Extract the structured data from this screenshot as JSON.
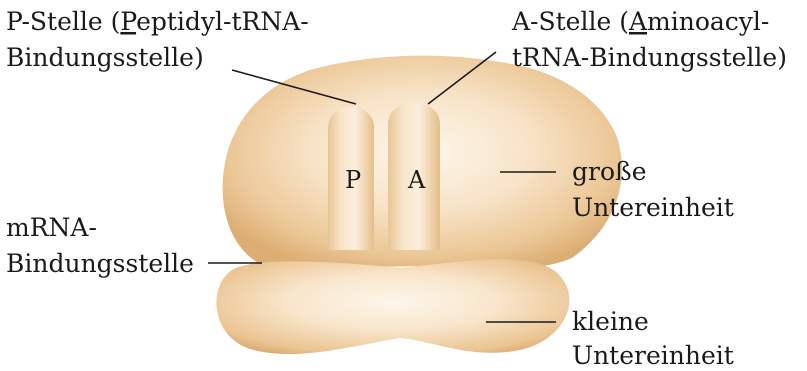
{
  "labels": {
    "p_site_line1_prefix": "P-Stelle (",
    "p_site_line1_underlined": "P",
    "p_site_line1_rest": "eptidyl-tRNA-",
    "p_site_line2": "Bindungsstelle)",
    "a_site_line1_prefix": "A-Stelle (",
    "a_site_line1_underlined": "A",
    "a_site_line1_rest": "minoacyl-",
    "a_site_line2": "tRNA-Bindungsstelle)",
    "large_subunit_line1": "große",
    "large_subunit_line2": "Untereinheit",
    "mrna_line1": "mRNA-",
    "mrna_line2": "Bindungsstelle",
    "small_subunit_line1": "kleine",
    "small_subunit_line2": "Untereinheit"
  },
  "sites": {
    "p": "P",
    "a": "A"
  },
  "colors": {
    "subunit_core": "#fdf4e6",
    "subunit_mid": "#f0d2a8",
    "subunit_edge": "#d9ab72",
    "text": "#1a1a1a"
  }
}
